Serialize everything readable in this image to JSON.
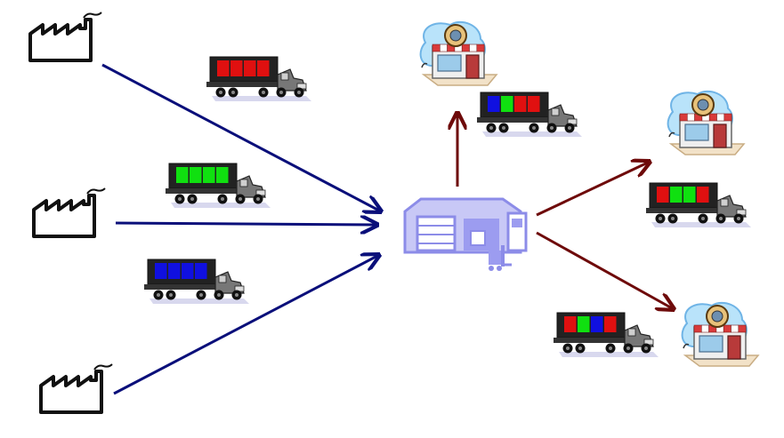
{
  "diagram": {
    "nodes": {
      "factories": [
        {
          "id": "factory-1",
          "icon": "factory-icon"
        },
        {
          "id": "factory-2",
          "icon": "factory-icon"
        },
        {
          "id": "factory-3",
          "icon": "factory-icon"
        }
      ],
      "warehouse": {
        "id": "cross-dock-warehouse",
        "icon": "warehouse-icon",
        "color": "#9C9CF0"
      },
      "stores": [
        {
          "id": "store-top",
          "icon": "store-icon"
        },
        {
          "id": "store-right",
          "icon": "store-icon"
        },
        {
          "id": "store-bottom",
          "icon": "store-icon"
        }
      ]
    },
    "trucks": [
      {
        "id": "inbound-truck-red",
        "icon": "truck-icon",
        "cargo": [
          "#E01010",
          "#E01010",
          "#E01010",
          "#E01010"
        ]
      },
      {
        "id": "inbound-truck-green",
        "icon": "truck-icon",
        "cargo": [
          "#10E010",
          "#10E010",
          "#10E010",
          "#10E010"
        ]
      },
      {
        "id": "inbound-truck-blue",
        "icon": "truck-icon",
        "cargo": [
          "#1010E0",
          "#1010E0",
          "#1010E0",
          "#1010E0"
        ]
      },
      {
        "id": "outbound-truck-top",
        "icon": "truck-icon",
        "cargo": [
          "#1010E0",
          "#10E010",
          "#E01010",
          "#E01010"
        ]
      },
      {
        "id": "outbound-truck-right",
        "icon": "truck-icon",
        "cargo": [
          "#E01010",
          "#10E010",
          "#10E010",
          "#E01010"
        ]
      },
      {
        "id": "outbound-truck-bottom",
        "icon": "truck-icon",
        "cargo": [
          "#E01010",
          "#10E010",
          "#1010E0",
          "#E01010"
        ]
      }
    ],
    "arrows": {
      "inbound_color": "#0A0F7A",
      "outbound_color": "#6E0A0A",
      "inbound": [
        "factory-1",
        "factory-2",
        "factory-3"
      ],
      "outbound": [
        "store-top",
        "store-right",
        "store-bottom"
      ]
    }
  }
}
